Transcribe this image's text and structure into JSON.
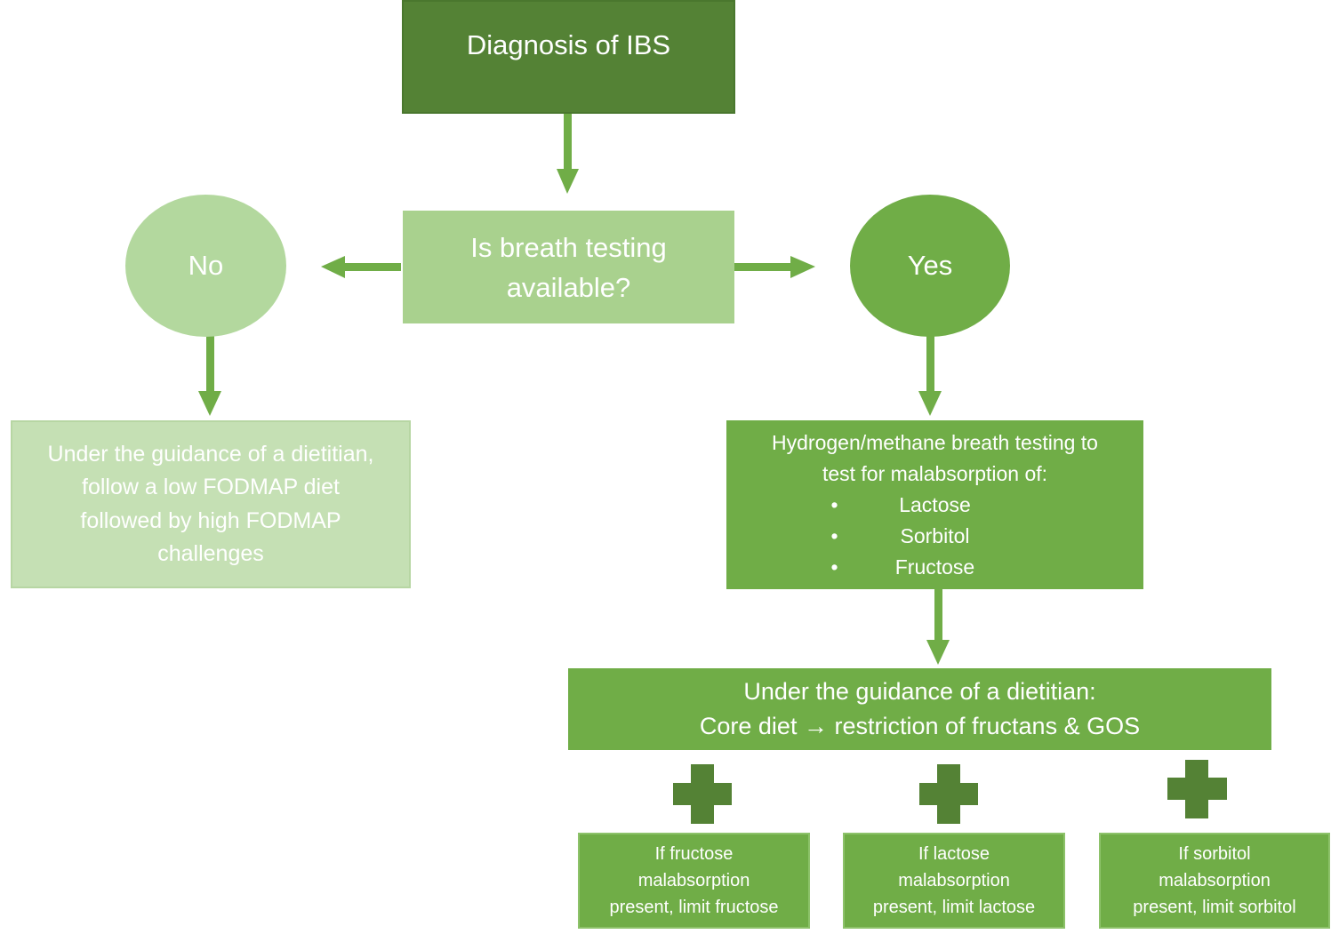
{
  "colors": {
    "dark_green": "#548235",
    "mid_green": "#70ad47",
    "light_green": "#a9d18e",
    "pale_green": "#c5e0b4",
    "pale_green_circle": "#b3d89e",
    "arrow": "#70ad47",
    "text": "#ffffff"
  },
  "nodes": {
    "start": {
      "label": "Diagnosis of IBS"
    },
    "question": {
      "line1": "Is breath testing",
      "line2": "available?"
    },
    "no": {
      "label": "No"
    },
    "yes": {
      "label": "Yes"
    },
    "no_action": {
      "line1": "Under the guidance of a dietitian,",
      "line2": "follow a low FODMAP diet",
      "line3": "followed by high FODMAP",
      "line4": "challenges"
    },
    "breath_test": {
      "line1": "Hydrogen/methane breath testing to",
      "line2": "test for malabsorption of:",
      "bullet_glyph": "•",
      "items": [
        "Lactose",
        "Sorbitol",
        "Fructose"
      ]
    },
    "core_diet": {
      "line1": "Under the guidance of a dietitian:",
      "line2_pre": "Core diet",
      "arrow_glyph": "→",
      "line2_post": "restriction of fructans & GOS"
    },
    "plus_icon": "plus-icon",
    "outcomes": [
      {
        "line1": "If fructose",
        "line2": "malabsorption",
        "line3": "present, limit fructose"
      },
      {
        "line1": "If lactose",
        "line2": "malabsorption",
        "line3": "present, limit lactose"
      },
      {
        "line1": "If sorbitol",
        "line2": "malabsorption",
        "line3": "present, limit sorbitol"
      }
    ]
  }
}
